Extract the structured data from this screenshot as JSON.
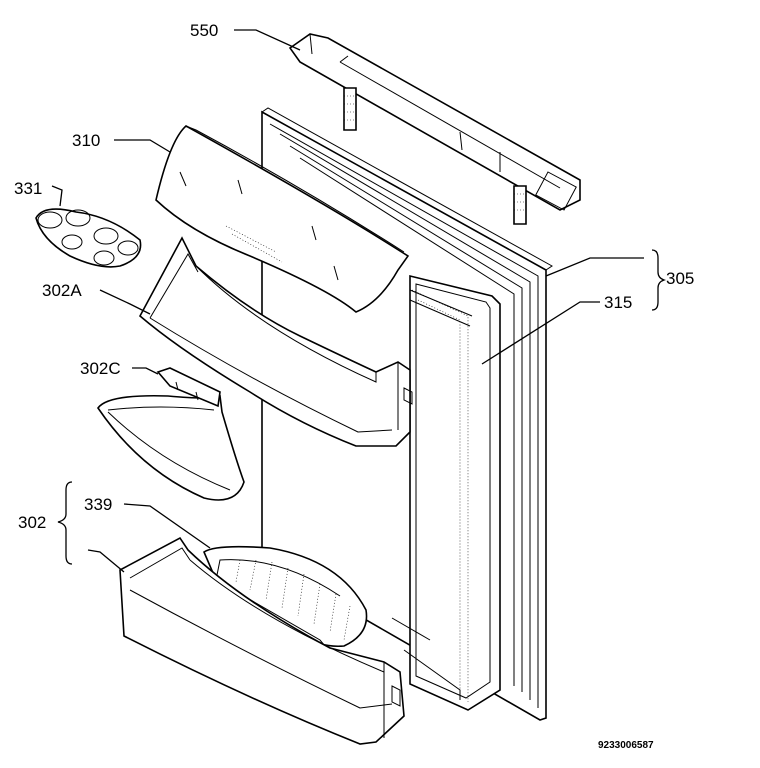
{
  "labels": {
    "p550": "550",
    "p310": "310",
    "p331": "331",
    "p302a": "302A",
    "p302c": "302C",
    "p302": "302",
    "p339": "339",
    "p305": "305",
    "p315": "315"
  },
  "doc_number": "9233006587"
}
